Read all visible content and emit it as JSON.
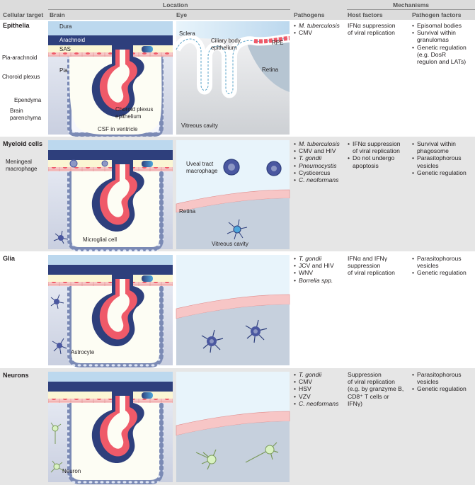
{
  "header": {
    "location": "Location",
    "mechanisms": "Mechanisms",
    "cellular_target": "Cellular target",
    "brain": "Brain",
    "eye": "Eye",
    "pathogens": "Pathogens",
    "host_factors": "Host factors",
    "pathogen_factors": "Pathogen factors"
  },
  "rows": [
    {
      "title": "Epithelia",
      "brain_labels": {
        "dura": "Dura",
        "arachnoid": "Arachnoid",
        "sas": "SAS",
        "pia_arachnoid": "Pia-arachnoid",
        "choroid_plexus": "Choroid plexus",
        "pia": "Pia",
        "ependyma": "Ependyma",
        "brain_parenchyma_1": "Brain",
        "brain_parenchyma_2": "parenchyma",
        "cp_epithelium_1": "Choroid plexus",
        "cp_epithelium_2": "epithelium",
        "csf": "CSF in ventricle"
      },
      "eye_labels": {
        "sclera": "Sclera",
        "ciliary_1": "Ciliary body",
        "ciliary_2": "epithelium",
        "rpe": "RPE",
        "retina": "Retina",
        "vitreous": "Vitreous cavity"
      },
      "pathogens": [
        "M. tuberculosis",
        "CMV"
      ],
      "host_factors": [
        "IFNα suppression",
        "of viral replication"
      ],
      "pathogen_factors": [
        [
          "Episomal bodies"
        ],
        [
          "Survival within",
          "granulomas"
        ],
        [
          "Genetic regulation",
          "(e.g. DosR",
          "regulon and LATs)"
        ]
      ]
    },
    {
      "title": "Myeloid cells",
      "brain_labels": {
        "meningeal_1": "Meningeal",
        "meningeal_2": "macrophage",
        "microglial": "Microglial cell"
      },
      "eye_labels": {
        "uveal_1": "Uveal tract",
        "uveal_2": "macrophage",
        "retina": "Retina",
        "vitreous": "Vitreous cavity"
      },
      "pathogens": [
        "M. tuberculosis",
        "CMV and HIV",
        "T. gondii",
        "Pneumocystis",
        "Cysticercus",
        "C. neoformans"
      ],
      "host_factors": [
        [
          "IFNα suppression",
          "of viral replication"
        ],
        [
          "Do not undergo",
          "apoptosis"
        ]
      ],
      "pathogen_factors": [
        [
          "Survival within",
          "phagosome"
        ],
        [
          "Parasitophorous",
          "vesicles"
        ],
        [
          "Genetic regulation"
        ]
      ]
    },
    {
      "title": "Glia",
      "brain_labels": {
        "astrocyte": "Astrocyte"
      },
      "pathogens": [
        "T. gondii",
        "JCV and HIV",
        "WNV",
        "Borrelia spp."
      ],
      "host_factors": [
        "IFNα and IFNγ",
        "suppression",
        "of viral replication"
      ],
      "pathogen_factors": [
        [
          "Parasitophorous",
          "vesicles"
        ],
        [
          "Genetic regulation"
        ]
      ]
    },
    {
      "title": "Neurons",
      "brain_labels": {
        "neuron": "Neuron"
      },
      "pathogens": [
        "T. gondii",
        "CMV",
        "HSV",
        "VZV",
        "C. neoformans"
      ],
      "host_factors": [
        "Suppression",
        "of viral replication",
        "(e.g. by granzyme B,",
        "CD8⁺ T cells or",
        "IFNγ)"
      ],
      "pathogen_factors": [
        [
          "Parasitophorous",
          "vesicles"
        ],
        [
          "Genetic regulation"
        ]
      ]
    }
  ],
  "colors": {
    "dura": "#bcd8ee",
    "arachnoid": "#2e3f7c",
    "sas": "#fbf6d4",
    "choroid": "#ef5a69",
    "vitreous": "#e2e4e6",
    "cell_blue": "#4a57a0",
    "neuron_green": "#d9f2c2"
  }
}
